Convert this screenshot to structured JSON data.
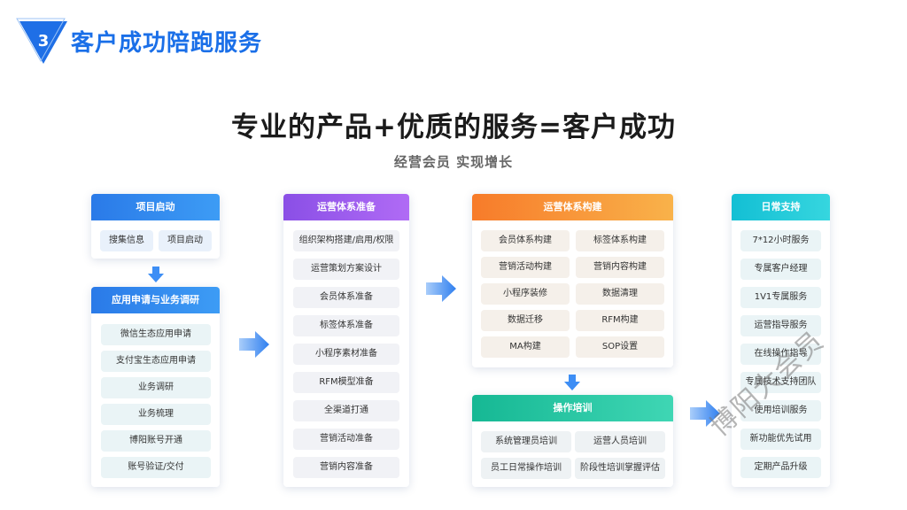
{
  "header": {
    "number": "3",
    "title": "客户成功陪跑服务"
  },
  "main_title": "专业的产品+优质的服务=客户成功",
  "subtitle": "经营会员 实现增长",
  "colors": {
    "brand_blue": "#1a6fe8",
    "head_blue": "#2f86f0",
    "head_purple": "#9a5df0",
    "head_orange": "#f7903a",
    "head_green": "#21c2a0",
    "head_cyan": "#19c6d8"
  },
  "columns": {
    "kickoff": {
      "title": "项目启动",
      "items": [
        "搜集信息",
        "项目启动"
      ]
    },
    "application": {
      "title": "应用申请与业务调研",
      "items": [
        "微信生态应用申请",
        "支付宝生态应用申请",
        "业务调研",
        "业务梳理",
        "博阳账号开通",
        "账号验证/交付"
      ]
    },
    "ops_prep": {
      "title": "运营体系准备",
      "items": [
        "组织架构搭建/启用/权限",
        "运营策划方案设计",
        "会员体系准备",
        "标签体系准备",
        "小程序素材准备",
        "RFM模型准备",
        "全渠道打通",
        "营销活动准备",
        "营销内容准备"
      ]
    },
    "ops_build": {
      "title": "运营体系构建",
      "items": [
        "会员体系构建",
        "标签体系构建",
        "营销活动构建",
        "营销内容构建",
        "小程序装修",
        "数据清理",
        "数据迁移",
        "RFM构建",
        "MA构建",
        "SOP设置"
      ]
    },
    "training": {
      "title": "操作培训",
      "items": [
        "系统管理员培训",
        "运营人员培训",
        "员工日常操作培训",
        "阶段性培训掌握评估"
      ]
    },
    "daily": {
      "title": "日常支持",
      "items": [
        "7*12小时服务",
        "专属客户经理",
        "1V1专属服务",
        "运营指导服务",
        "在线操作指导",
        "专属技术支持团队",
        "使用培训服务",
        "新功能优先试用",
        "定期产品升级"
      ]
    }
  },
  "watermark": "博阳大会员"
}
